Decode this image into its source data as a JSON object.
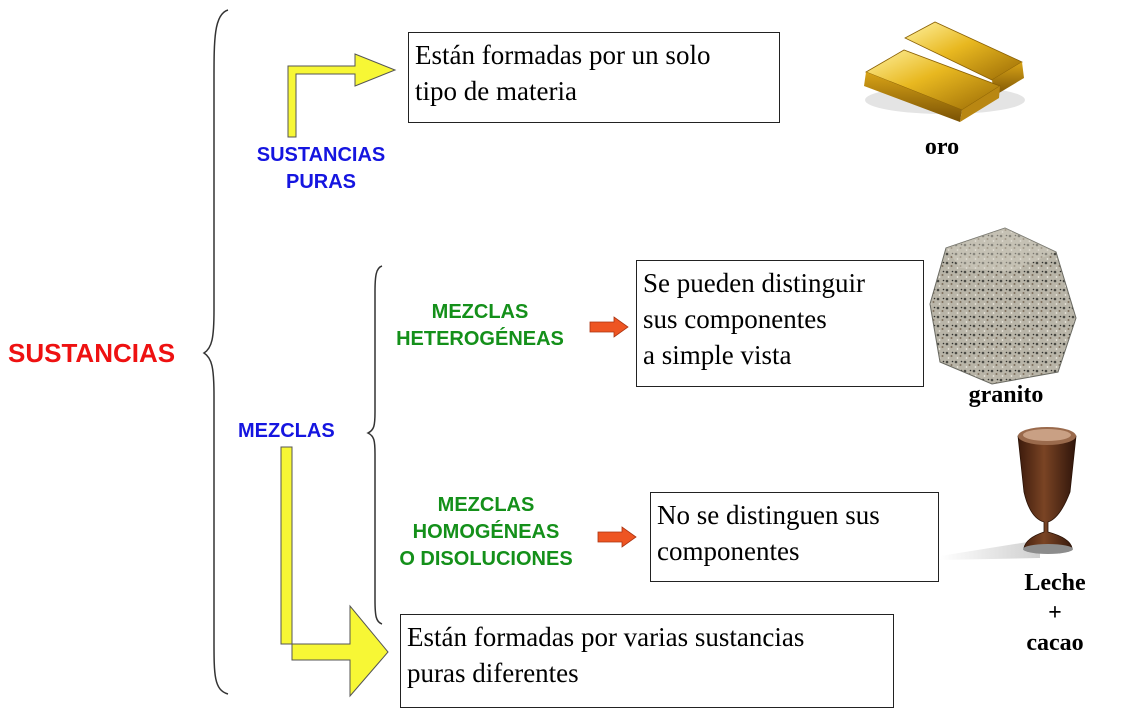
{
  "title": "SUSTANCIAS",
  "pure": {
    "label_line1": "SUSTANCIAS",
    "label_line2": "PURAS",
    "description_line1": "Están formadas por un solo",
    "description_line2": "tipo de materia",
    "example": "oro"
  },
  "mixtures": {
    "label": "MEZCLAS",
    "description_line1": "Están formadas por varias sustancias",
    "description_line2": "puras diferentes",
    "heterogeneous": {
      "label_line1": "MEZCLAS",
      "label_line2": "HETEROGÉNEAS",
      "description_line1": "Se pueden distinguir",
      "description_line2": "sus componentes",
      "description_line3": "a simple vista",
      "example": "granito"
    },
    "homogeneous": {
      "label_line1": "MEZCLAS",
      "label_line2": "HOMOGÉNEAS",
      "label_line3": "O DISOLUCIONES",
      "description_line1": "No se distinguen sus",
      "description_line2": "componentes",
      "example_line1": "Leche",
      "example_line2": "+",
      "example_line3": "cacao"
    }
  },
  "colors": {
    "title": "#ee1111",
    "blue_label": "#1515e0",
    "green_label": "#14901a",
    "yellow_arrow": "#f7f735",
    "orange_arrow": "#ee5522"
  }
}
